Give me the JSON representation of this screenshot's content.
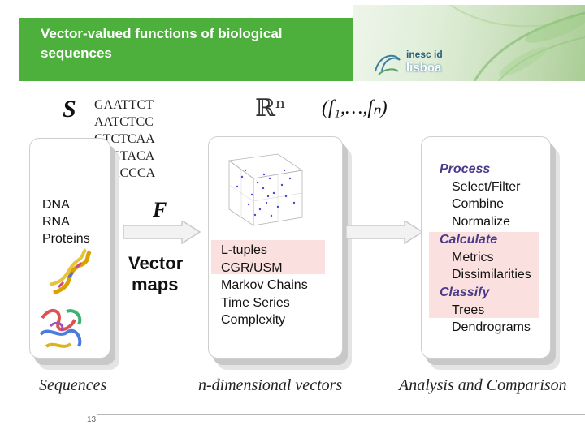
{
  "header": {
    "title": "Vector-valued functions of biological sequences",
    "logo_top": "inesc id",
    "logo_bottom": "lisboa"
  },
  "math": {
    "set_symbol": "S",
    "space_symbol": "ℝⁿ",
    "function_tuple": "(f₁,…,fₙ)",
    "map_symbol": "F"
  },
  "sequences": [
    "GAATTCT",
    "AATCTCC",
    "CTCTCAA",
    "CCCTACA",
    "GTACCCA"
  ],
  "left_panel": {
    "items": [
      "DNA",
      "RNA",
      "Proteins"
    ],
    "footer": "Sequences"
  },
  "vector_maps": {
    "line1": "Vector",
    "line2": "maps"
  },
  "middle_panel": {
    "methods": [
      "L-tuples",
      "CGR/USM",
      "Markov Chains",
      "Time Series",
      "Complexity"
    ],
    "footer": "n-dimensional vectors"
  },
  "right_panel": {
    "groups": [
      {
        "heading": "Process",
        "items": [
          "Select/Filter",
          "Combine",
          "Normalize"
        ],
        "highlight": false
      },
      {
        "heading": "Calculate",
        "items": [
          "Metrics",
          "Dissimilarities"
        ],
        "highlight": true
      },
      {
        "heading": "Classify",
        "items": [
          "Trees",
          "Dendrograms"
        ],
        "highlight": true
      }
    ],
    "footer": "Analysis and Comparison"
  },
  "page_number": "13",
  "colors": {
    "header_green": "#4daf3c",
    "heading_purple": "#4b3a8a",
    "highlight_pink": "#fbe0e0"
  }
}
